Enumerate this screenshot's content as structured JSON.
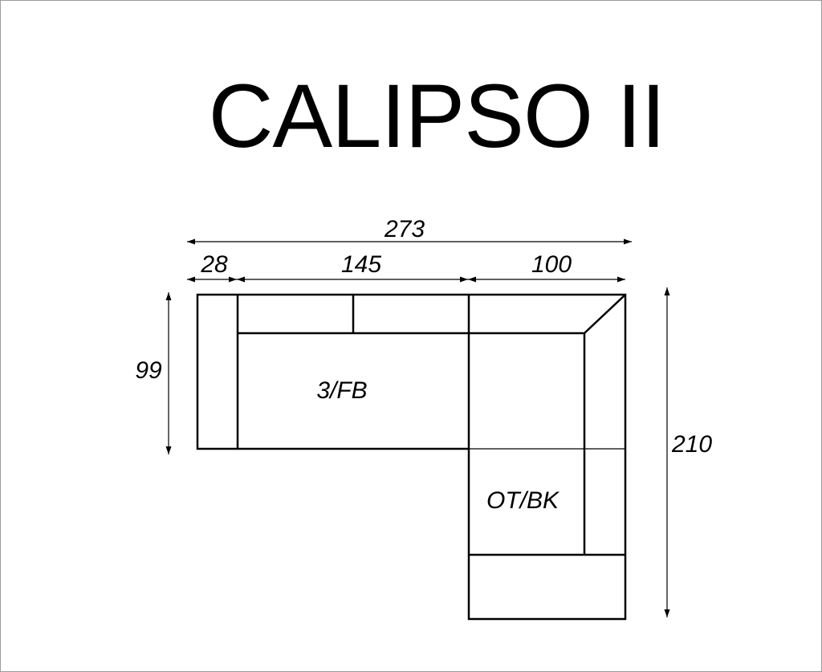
{
  "title": "CALIPSO II",
  "dimensions": {
    "total_width": "273",
    "arm_width": "28",
    "middle_width": "145",
    "corner_width": "100",
    "depth": "99",
    "total_depth": "210"
  },
  "modules": {
    "sofa_label": "3/FB",
    "corner_label": "OT/BK"
  }
}
